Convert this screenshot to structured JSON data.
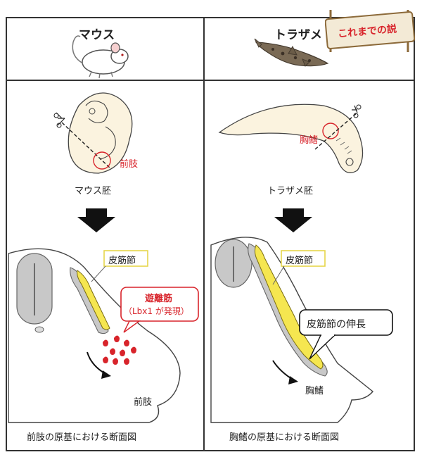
{
  "columns": {
    "mouse": {
      "title": "マウス",
      "embryo_label": "マウス胚",
      "forelimb_label": "前肢",
      "somite_label": "皮筋節",
      "migratory_label": "遊離筋",
      "lbx1_label": "（Lbx1 が発現）",
      "limb_label": "前肢",
      "caption": "前肢の原基における断面図"
    },
    "shark": {
      "title": "トラザメ",
      "embryo_label": "トラザメ胚",
      "fin_label": "胸鰭",
      "somite_label": "皮筋節",
      "extension_label": "皮筋節の伸長",
      "fin_section_label": "胸鰭",
      "caption": "胸鰭の原基における断面図"
    }
  },
  "sign": {
    "text": "これまでの説"
  },
  "colors": {
    "accent_red": "#d8242b",
    "somite_yellow": "#f5e650",
    "tissue_gray": "#c8c8c8",
    "sign_wood": "#f3ead6"
  }
}
